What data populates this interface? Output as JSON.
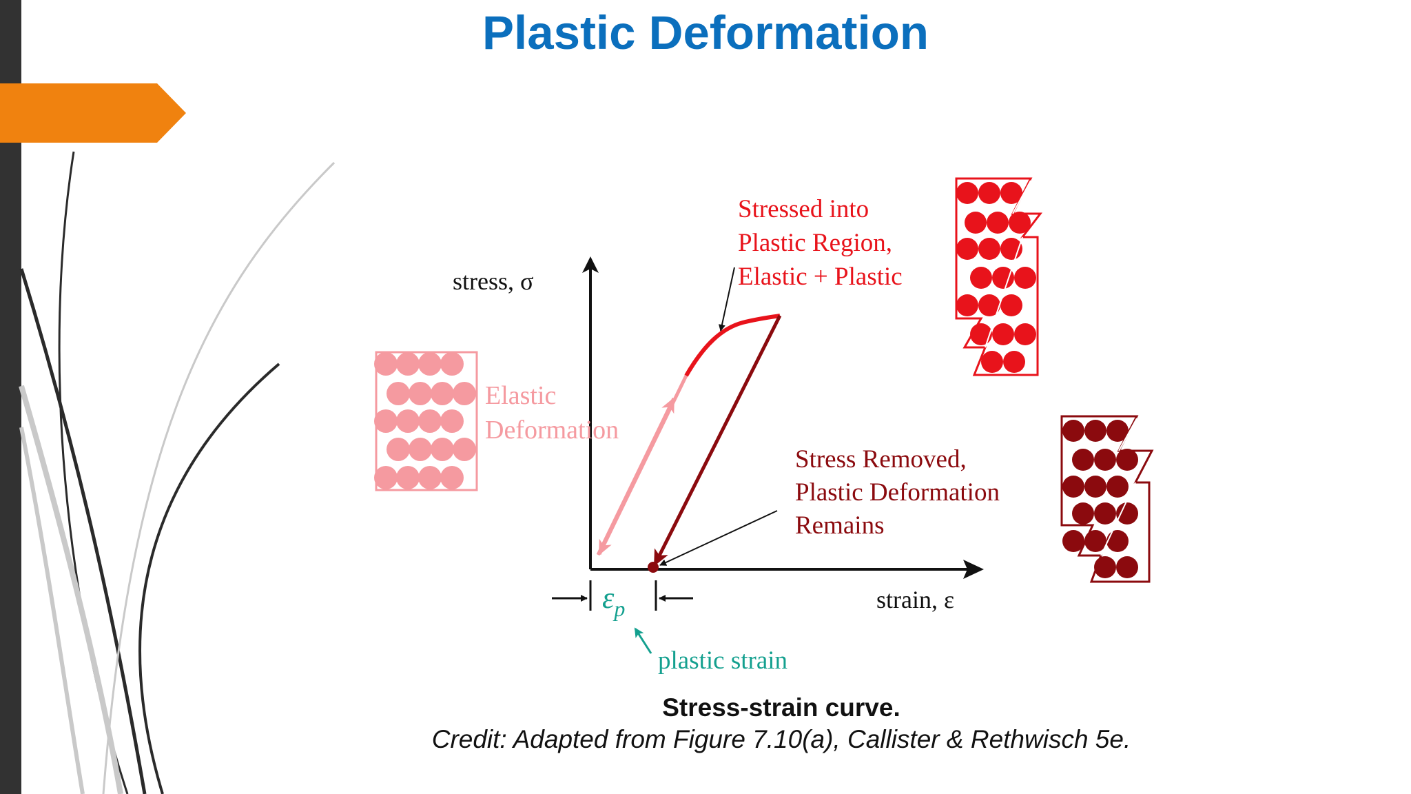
{
  "slide": {
    "title": "Plastic Deformation"
  },
  "diagram": {
    "y_axis_label": "stress, σ",
    "x_axis_label": "strain, ε",
    "elastic_label_line1": "Elastic",
    "elastic_label_line2": "Deformation",
    "plastic_label_line1": "Stressed into",
    "plastic_label_line2": "Plastic Region,",
    "plastic_label_line3": "Elastic + Plastic",
    "removed_label_line1": "Stress Removed,",
    "removed_label_line2": "Plastic Deformation",
    "removed_label_line3": "Remains",
    "epsilon_symbol": "ε",
    "epsilon_subscript": "p",
    "plastic_strain_label": "plastic strain",
    "colors": {
      "elastic": "#f59aa0",
      "plastic": "#e8131b",
      "unloaded": "#8b0a0e",
      "strain_annotation": "#14a08f",
      "accent_orange": "#f0820f",
      "title_blue": "#0b6fbd"
    }
  },
  "caption": {
    "title": "Stress-strain curve.",
    "credit": "Credit: Adapted from Figure 7.10(a), Callister & Rethwisch 5e."
  }
}
